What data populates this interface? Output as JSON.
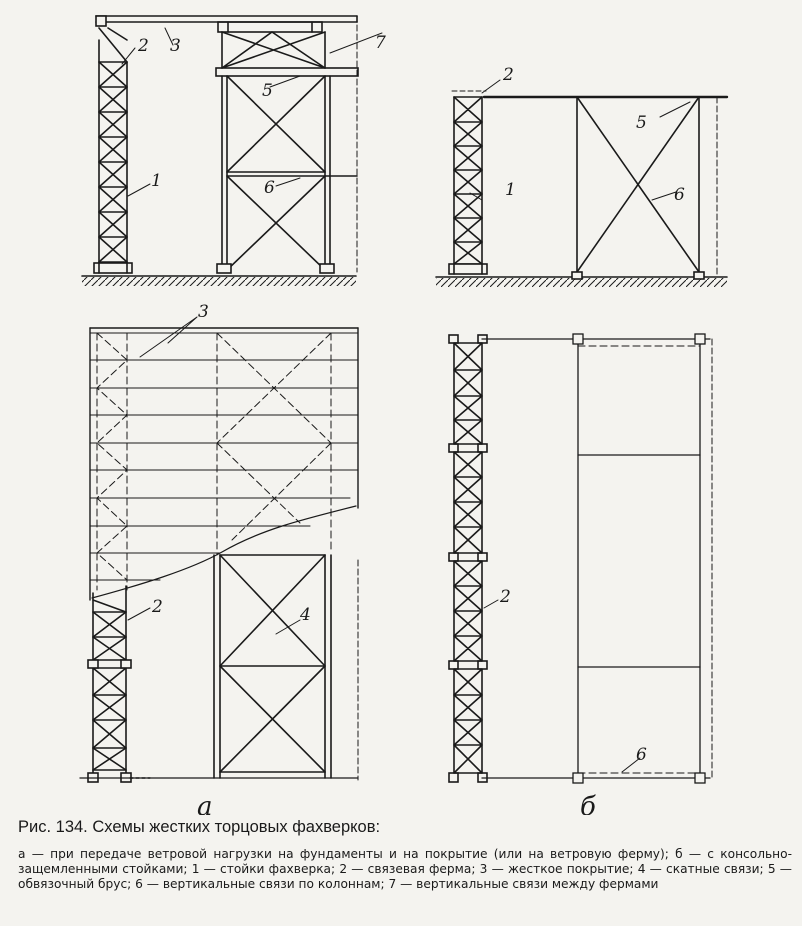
{
  "figure": {
    "caption_title": "Рис. 134. Схемы жестких торцовых фахверков:",
    "caption_text": "а — при передаче ветровой нагрузки на фундаменты и на покрытие (или на ветровую ферму); б — с консольно-защемленными стойками; 1 — стойки фахверка; 2 — связевая ферма; 3 — жесткое покрытие; 4 — скатные связи; 5 — обвязочный брус; 6 — вертикальные связи по колоннам; 7 — вертикальные связи между фермами"
  },
  "schemes": {
    "a": {
      "label": "а",
      "callouts": {
        "n1": "1",
        "n2": "2",
        "n3": "3",
        "n5": "5",
        "n6": "6",
        "n7": "7",
        "n3_plan": "3",
        "n2_plan": "2",
        "n4_plan": "4"
      }
    },
    "b": {
      "label": "б",
      "callouts": {
        "n1": "1",
        "n2": "2",
        "n5": "5",
        "n6": "6",
        "n2_plan": "2",
        "n6_plan": "6"
      }
    }
  }
}
